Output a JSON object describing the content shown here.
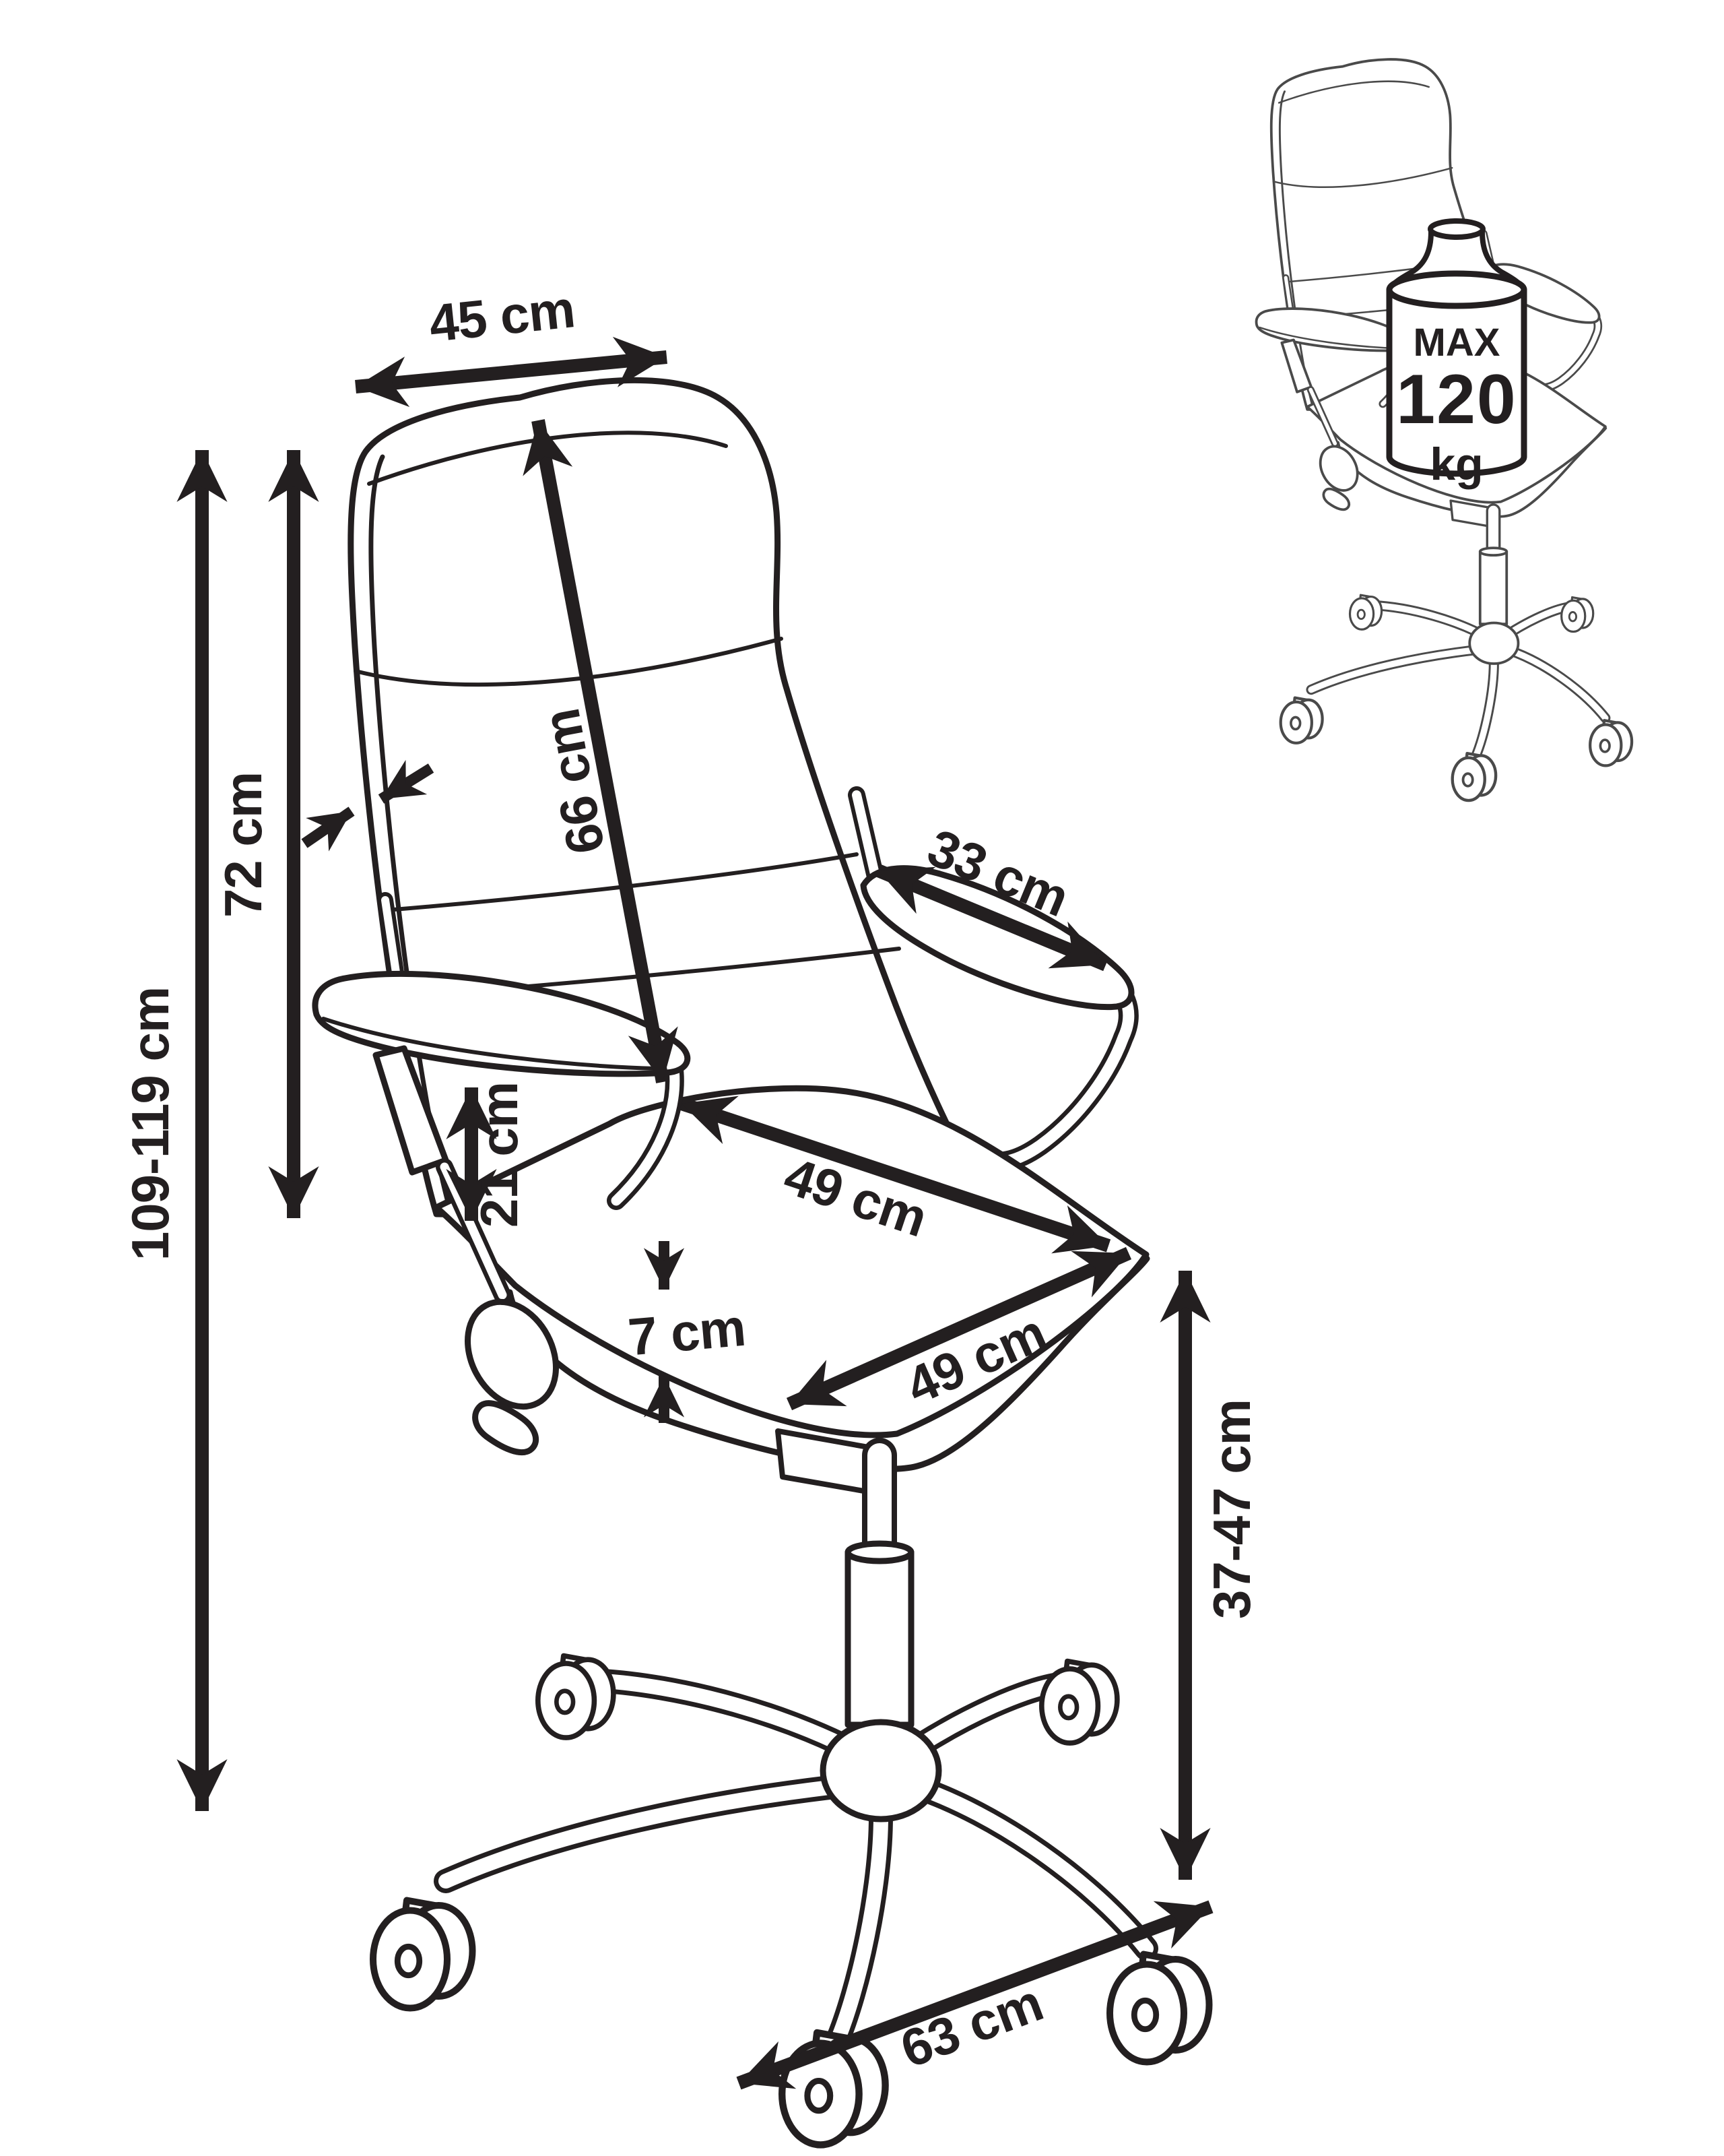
{
  "diagram": {
    "title": "Office chair dimension diagram",
    "labels": {
      "backrest_width": "45 cm",
      "overall_height": "109-119 cm",
      "backrest_height": "72 cm",
      "backrest_diagonal": "66 cm",
      "armrest_length": "33 cm",
      "armrest_height": "21 cm",
      "seat_depth": "49 cm",
      "seat_width": "49 cm",
      "seat_thickness": "7 cm",
      "seat_height_range": "37-47 cm",
      "base_diameter": "63 cm"
    },
    "max_load": {
      "line1": "MAX",
      "line2": "120",
      "line3": "kg"
    },
    "colors": {
      "ink": "#231f20",
      "light_ink": "#4a4a4a",
      "background": "#ffffff"
    }
  }
}
